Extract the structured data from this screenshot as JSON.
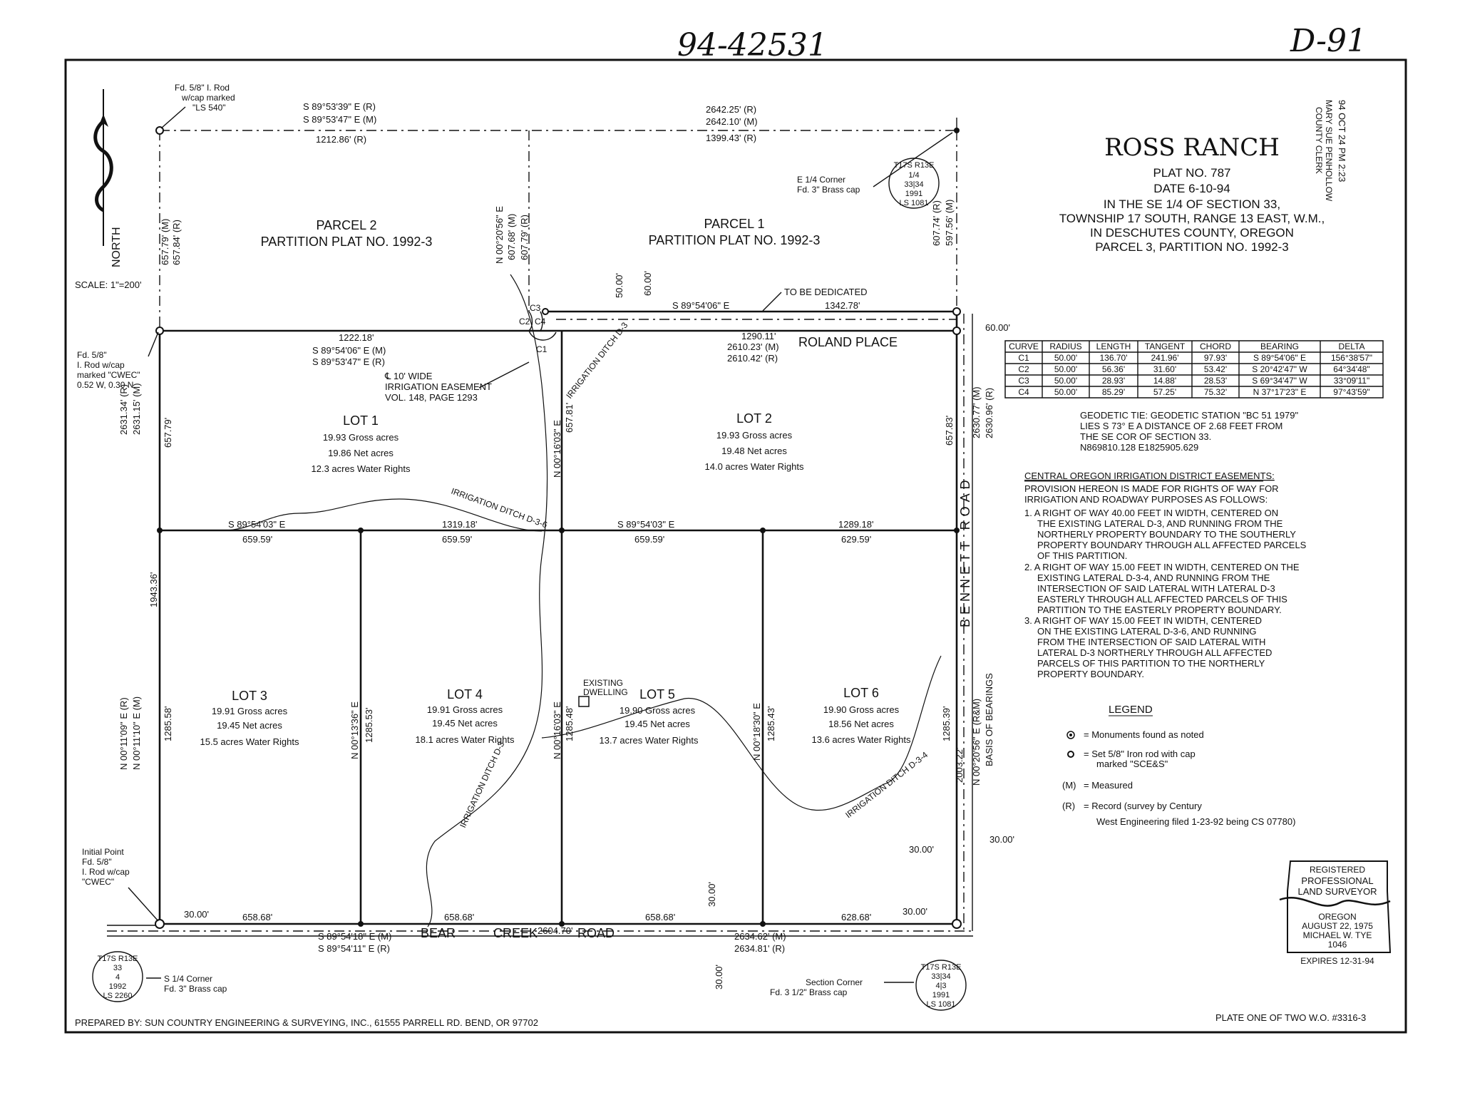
{
  "handwritten": {
    "doc_no": "94-42531",
    "sheet": "D-91"
  },
  "recording_stamp": {
    "date": "94 OCT 24 PM 2:23",
    "clerk": "MARY SUE PENHOLLOW",
    "clerk_title": "COUNTY CLERK"
  },
  "title_block": {
    "title": "ROSS RANCH",
    "lines": [
      "PLAT NO. 787",
      "DATE 6-10-94",
      "IN THE SE 1/4 OF SECTION 33,",
      "TOWNSHIP 17 SOUTH, RANGE 13 EAST, W.M.,",
      "IN DESCHUTES COUNTY, OREGON",
      "PARCEL 3, PARTITION NO. 1992-3"
    ]
  },
  "north": "NORTH",
  "scale": "SCALE: 1\"=200'",
  "parcels": [
    {
      "name": "PARCEL 2",
      "sub": "PARTITION PLAT NO. 1992-3"
    },
    {
      "name": "PARCEL 1",
      "sub": "PARTITION PLAT NO. 1992-3"
    }
  ],
  "lots": [
    {
      "name": "LOT 1",
      "gross": "19.93 Gross acres",
      "net": "19.86 Net acres",
      "water": "12.3 acres Water Rights"
    },
    {
      "name": "LOT 2",
      "gross": "19.93 Gross acres",
      "net": "19.48 Net acres",
      "water": "14.0 acres Water Rights"
    },
    {
      "name": "LOT 3",
      "gross": "19.91 Gross acres",
      "net": "19.45 Net acres",
      "water": "15.5 acres Water Rights"
    },
    {
      "name": "LOT 4",
      "gross": "19.91 Gross acres",
      "net": "19.45 Net acres",
      "water": "18.1 acres Water Rights"
    },
    {
      "name": "LOT 5",
      "gross": "19.90 Gross acres",
      "net": "19.45 Net acres",
      "water": "13.7 acres Water Rights"
    },
    {
      "name": "LOT 6",
      "gross": "19.90 Gross acres",
      "net": "18.56 Net acres",
      "water": "13.6 acres Water Rights"
    }
  ],
  "roads": {
    "roland": "ROLAND PLACE",
    "bennett": "BENNETT ROAD",
    "bear1": "BEAR",
    "bear2": "CREEK",
    "bear3": "ROAD",
    "to_be_dedicated": "TO BE DEDICATED"
  },
  "ditches": [
    "IRRIGATION DITCH D-3",
    "IRRIGATION DITCH D-3-6",
    "IRRIGATION DITCH D-3",
    "IRRIGATION DITCH D-3-4"
  ],
  "dwelling": [
    "EXISTING",
    "DWELLING"
  ],
  "easement_note": [
    "℄ 10' WIDE",
    "IRRIGATION EASEMENT",
    "VOL. 148, PAGE 1293"
  ],
  "monument_notes": {
    "nw": [
      "Fd. 5/8\" I. Rod",
      "w/cap marked",
      "\"LS 540\""
    ],
    "w": [
      "Fd. 5/8\"",
      "I. Rod w/cap",
      "marked \"CWEC\"",
      "0.52 W, 0.30 N"
    ],
    "sw": [
      "Initial Point",
      "Fd. 5/8\"",
      "I. Rod w/cap",
      "\"CWEC\""
    ],
    "e14": [
      "E 1/4 Corner",
      "Fd. 3\" Brass cap"
    ],
    "s14": [
      "S 1/4 Corner",
      "Fd. 3\" Brass cap"
    ],
    "sec": [
      "Section Corner",
      "Fd. 3 1/2\" Brass cap"
    ]
  },
  "dims": {
    "top_bearing_r": "S 89°53'39\" E (R)",
    "top_bearing_m": "S 89°53'47\" E (M)",
    "top_left": "1212.86' (R)",
    "top_total_r": "2642.25' (R)",
    "top_total_m": "2642.10' (M)",
    "top_right": "1399.43' (R)",
    "left_top_m": "657.79' (M)",
    "left_top_r": "657.84' (R)",
    "mid_n_m": "N 00°20'56\" E",
    "mid_n_v1": "607.68' (M)",
    "mid_n_v2": "607.79' (R)",
    "right_top_r": "607.74' (R)",
    "right_top_m": "597.56' (M)",
    "d50": "50.00'",
    "d60": "60.00'",
    "ded_bearing": "S 89°54'06\" E",
    "ded_len": "1342.78'",
    "d60r": "60.00'",
    "l1222": "1222.18'",
    "l1_b_m": "S 89°54'06\" E (M)",
    "l1_b_r": "S 89°53'47\" E (R)",
    "l2_1290": "1290.11'",
    "l2_m": "2610.23' (M)",
    "l2_r": "2610.42' (R)",
    "west_r": "2631.34' (R)",
    "west_m": "2631.15' (M)",
    "w657": "657.79'",
    "center_b": "N 00°16'03\" E",
    "c657": "657.81'",
    "e657": "657.83'",
    "east_m": "2630.77' (M)",
    "east_r": "2630.96' (R)",
    "mid_b1": "S 89°54'03\" E",
    "m659a": "659.59'",
    "m1319": "1319.18'",
    "m659b": "659.59'",
    "mid_b2": "S 89°54'03\" E",
    "m659c": "659.59'",
    "m1289": "1289.18'",
    "m629": "629.59'",
    "w1943": "1943.36'",
    "sw_b_r": "N 00°11'09\" E (R)",
    "sw_b_m": "N 00°11'10\" E (M)",
    "w1285": "1285.58'",
    "l34_b": "N 00°13'36\" E",
    "l34": "1285.53'",
    "l45_b": "N 00°16'03\" E",
    "l45": "1285.48'",
    "l56_b": "N 00°18'30\" E",
    "l56": "1285.43'",
    "e1285": "1285.39'",
    "e2003": "2003.22'",
    "east_b": "N 00°20'56\" E (R&M)",
    "basis": "BASIS OF BEARINGS",
    "s30a": "30.00'",
    "s658a": "658.68'",
    "s658b": "658.68'",
    "s2604": "2604.70'",
    "s658c": "658.68'",
    "s628": "628.68'",
    "s30b": "30.00'",
    "s_b_m": "S 89°54'18\" E (M)",
    "s_b_r": "S 89°54'11\" E (R)",
    "s2634m": "2634.62' (M)",
    "s2634r": "2634.81' (R)",
    "v30a": "30.00'",
    "v30b": "30.00'",
    "e30a": "30.00'",
    "e30b": "30.00'",
    "curves": [
      "C1",
      "C2",
      "C3",
      "C4"
    ]
  },
  "curve_table": {
    "headers": [
      "CURVE",
      "RADIUS",
      "LENGTH",
      "TANGENT",
      "CHORD",
      "BEARING",
      "DELTA"
    ],
    "rows": [
      [
        "C1",
        "50.00'",
        "136.70'",
        "241.96'",
        "97.93'",
        "S 89°54'06\" E",
        "156°38'57\""
      ],
      [
        "C2",
        "50.00'",
        "56.36'",
        "31.60'",
        "53.42'",
        "S 20°42'47\" W",
        "64°34'48\""
      ],
      [
        "C3",
        "50.00'",
        "28.93'",
        "14.88'",
        "28.53'",
        "S 69°34'47\" W",
        "33°09'11\""
      ],
      [
        "C4",
        "50.00'",
        "85.29'",
        "57.25'",
        "75.32'",
        "N 37°17'23\" E",
        "97°43'59\""
      ]
    ]
  },
  "geodetic": [
    "GEODETIC TIE: GEODETIC STATION \"BC 51 1979\"",
    "LIES S 73° E A DISTANCE OF 2.68 FEET FROM",
    "THE SE COR OF SECTION 33.",
    "N869810.128 E1825905.629"
  ],
  "coid": {
    "heading": "CENTRAL OREGON IRRIGATION DISTRICT EASEMENTS:",
    "lines": [
      "PROVISION HEREON IS MADE FOR RIGHTS OF WAY FOR",
      "IRRIGATION AND ROADWAY PURPOSES AS FOLLOWS:",
      "1. A RIGHT OF WAY 40.00 FEET IN WIDTH, CENTERED ON",
      "    THE EXISTING LATERAL D-3, AND RUNNING FROM THE",
      "    NORTHERLY PROPERTY BOUNDARY TO THE SOUTHERLY",
      "    PROPERTY BOUNDARY THROUGH ALL AFFECTED PARCELS",
      "    OF THIS PARTITION.",
      "2. A RIGHT OF WAY 15.00 FEET IN WIDTH, CENTERED ON THE",
      "    EXISTING LATERAL D-3-4, AND RUNNING FROM THE",
      "    INTERSECTION OF SAID LATERAL WITH LATERAL D-3",
      "    EASTERLY THROUGH ALL AFFECTED PARCELS OF THIS",
      "    PARTITION TO THE EASTERLY PROPERTY BOUNDARY.",
      "3. A RIGHT OF WAY 15.00 FEET IN WIDTH, CENTERED",
      "    ON THE EXISTING LATERAL D-3-6, AND RUNNING",
      "    FROM THE INTERSECTION OF SAID LATERAL WITH",
      "    LATERAL D-3 NORTHERLY THROUGH ALL AFFECTED",
      "    PARCELS  OF THIS PARTITION TO THE NORTHERLY",
      "    PROPERTY BOUNDARY."
    ]
  },
  "legend": {
    "title": "LEGEND",
    "found": "= Monuments found as noted",
    "set1": "= Set 5/8\" Iron rod with cap",
    "set2": "marked \"SCE&S\"",
    "m": "(M)",
    "m_desc": "= Measured",
    "r": "(R)",
    "r_desc1": "= Record (survey by Century",
    "r_desc2": "West Engineering filed 1-23-92 being CS 07780)"
  },
  "surveyor": {
    "l1": "REGISTERED",
    "l2": "PROFESSIONAL",
    "l3": "LAND SURVEYOR",
    "state": "OREGON",
    "date": "AUGUST 22, 1975",
    "name": "MICHAEL W. TYE",
    "num": "1046",
    "expires": "EXPIRES 12-31-94"
  },
  "footer": {
    "prepared": "PREPARED BY: SUN COUNTRY ENGINEERING & SURVEYING, INC., 61555 PARRELL RD.  BEND,  OR  97702",
    "plate": "PLATE ONE OF TWO   W.O. #3316-3"
  },
  "seals": {
    "ne": [
      "T17S R13E",
      "1/4",
      "33|34",
      "1991",
      "LS 1081"
    ],
    "sw": [
      "T17S R13E",
      "33",
      "4",
      "1992",
      "LS 2260"
    ],
    "se": [
      "T17S R13E",
      "33|34",
      "4|3",
      "1991",
      "LS 1081"
    ]
  }
}
